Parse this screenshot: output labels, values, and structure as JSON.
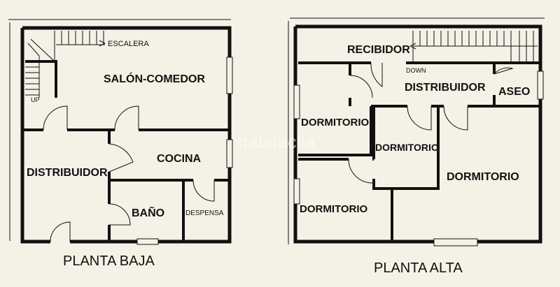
{
  "plans": {
    "ground": {
      "caption": "PLANTA BAJA",
      "rooms": {
        "stairs": "ESCALERA",
        "up": "UP",
        "living": "SALÓN-COMEDOR",
        "kitchen": "COCINA",
        "hall": "DISTRIBUIDOR",
        "bath": "BAÑO",
        "pantry": "DESPENSA"
      }
    },
    "upper": {
      "caption": "PLANTA ALTA",
      "rooms": {
        "entry": "RECIBIDOR",
        "down": "DOWN",
        "hall": "DISTRIBUIDOR",
        "toilet": "ASEO",
        "bedroom_1": "DORMITORIO",
        "bedroom_2": "DORMITORIO",
        "bedroom_3": "DORMITORIO",
        "bedroom_4": "DORMITORIO"
      }
    }
  },
  "watermark": "habitaclia",
  "colors": {
    "background": "#f4f1e6",
    "lines": "#111111"
  }
}
